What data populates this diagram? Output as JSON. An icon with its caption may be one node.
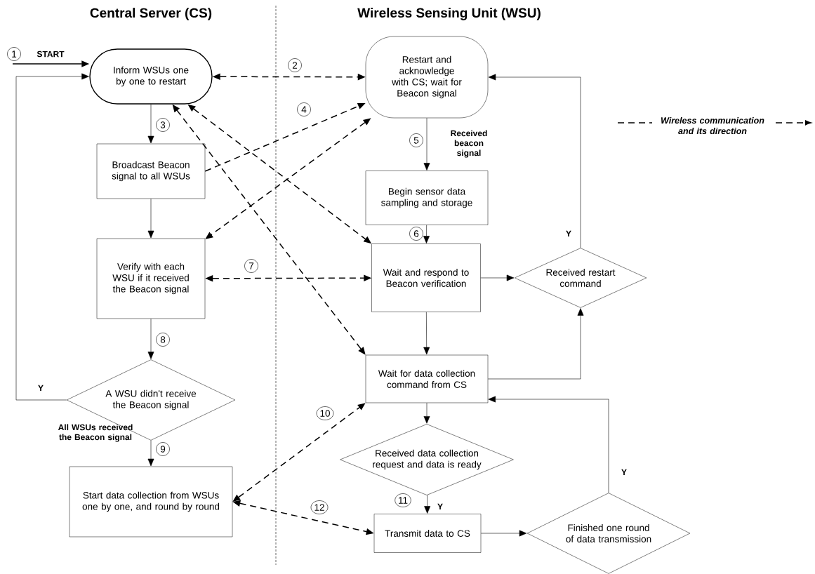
{
  "diagram": {
    "nodes": [
      {
        "text": [
          "Inform WSUs one by one to restart"
        ]
      },
      {
        "text": [
          "Restart and acknowledge with CS; wait for Beacon signal"
        ]
      },
      {
        "text": [
          "Broadcast Beacon signal to all WSUs"
        ]
      },
      {
        "text": [
          "Begin sensor data sampling and storage"
        ]
      },
      {
        "text": [
          "Verify with each WSU if it received the Beacon signal"
        ]
      },
      {
        "text": [
          "Wait and respond to Beacon verification"
        ]
      },
      {
        "text": [
          "Received restart command"
        ]
      },
      {
        "text": [
          "A WSU didn't receive the Beacon signal"
        ]
      },
      {
        "text": [
          "Wait for data collection command from CS"
        ]
      },
      {
        "text": [
          "Received data collection request and data is ready"
        ]
      },
      {
        "text": [
          "Start data collection from WSUs one by one, and round by round"
        ]
      },
      {
        "text": [
          "Transmit data to CS"
        ]
      },
      {
        "text": [
          "Finished one round of data transmission"
        ]
      }
    ],
    "edges": [
      {
        "from": null,
        "to": 0,
        "arrow": "to",
        "label": "1"
      },
      {
        "from": 0,
        "to": 2,
        "arrow": "to",
        "label": "3"
      },
      {
        "from": 2,
        "to": 4,
        "arrow": "to"
      },
      {
        "from": 4,
        "to": 7,
        "arrow": "to",
        "label": "8"
      },
      {
        "from": 7,
        "to": 0,
        "arrow": "to",
        "label": "Y"
      },
      {
        "from": 7,
        "to": 10,
        "arrow": "to",
        "label": "9"
      },
      {
        "from": 1,
        "to": 3,
        "arrow": "to",
        "label": "5"
      },
      {
        "from": 3,
        "to": 5,
        "arrow": "to",
        "label": "6"
      },
      {
        "from": 5,
        "to": 8,
        "arrow": "to"
      },
      {
        "from": 5,
        "to": 6,
        "arrow": "to"
      },
      {
        "from": 8,
        "to": 6,
        "arrow": "to"
      },
      {
        "from": 6,
        "to": 1,
        "arrow": "to",
        "label": "Y"
      },
      {
        "from": 8,
        "to": 9,
        "arrow": "to"
      },
      {
        "from": 9,
        "to": 11,
        "arrow": "to",
        "label": "11"
      },
      {
        "from": 11,
        "to": 12,
        "arrow": "to"
      },
      {
        "from": 12,
        "to": 8,
        "arrow": "to",
        "label": "Y"
      },
      {
        "from": 0,
        "to": 1,
        "arrow": "both",
        "label": "2",
        "style": "dashed"
      },
      {
        "from": 2,
        "to": 1,
        "arrow": "to",
        "label": "4",
        "style": "dashed"
      },
      {
        "from": 1,
        "to": 4,
        "arrow": "both",
        "style": "dashed"
      },
      {
        "from": 0,
        "to": 5,
        "arrow": "both",
        "style": "dashed"
      },
      {
        "from": 0,
        "to": 8,
        "arrow": "both",
        "style": "dashed"
      },
      {
        "from": 4,
        "to": 5,
        "arrow": "both",
        "label": "7",
        "style": "dashed"
      },
      {
        "from": 10,
        "to": 8,
        "arrow": "both",
        "label": "10",
        "style": "dashed"
      },
      {
        "from": 10,
        "to": 11,
        "arrow": "both",
        "label": "12",
        "style": "dashed"
      }
    ],
    "labels": [
      "Central Server (CS)",
      "Wireless Sensing Unit (WSU)",
      "START",
      "Received beacon signal",
      "All WSUs received the Beacon signal",
      "Y"
    ],
    "legend": [
      {
        "text": "Wireless communication and its direction"
      }
    ]
  }
}
